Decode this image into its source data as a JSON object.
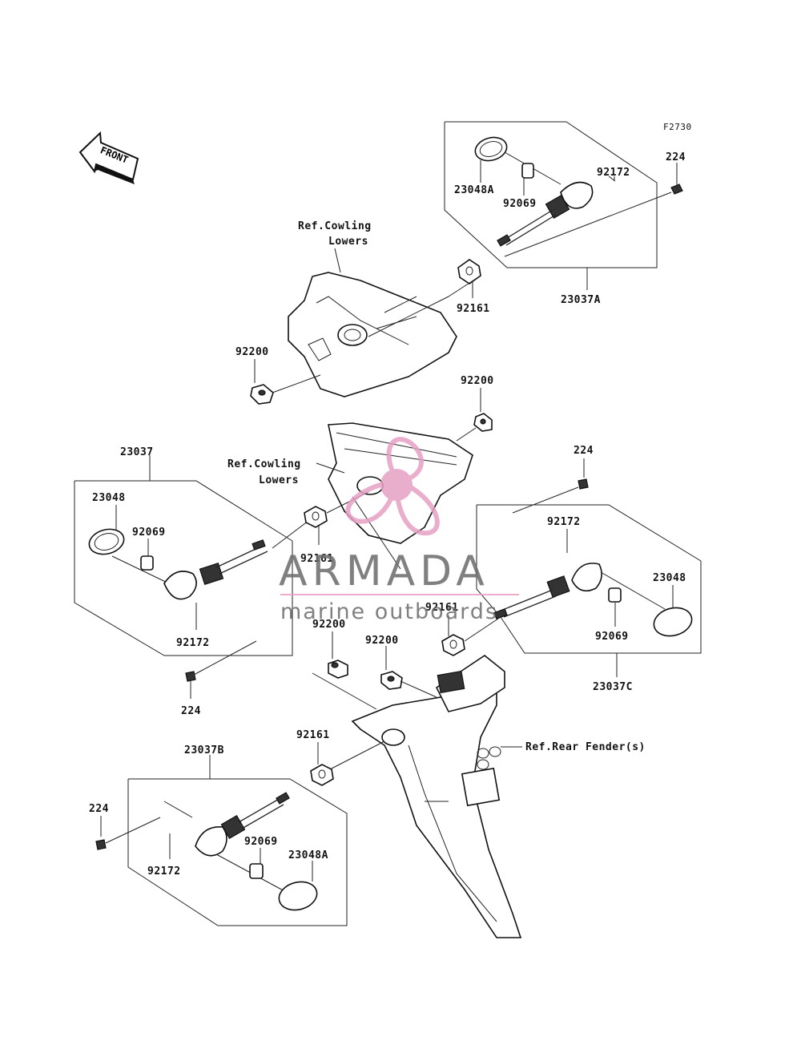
{
  "diagram": {
    "figure_id": "F2730",
    "front_label": "FRONT",
    "labels": {
      "ref_cowling_top_1": "Ref.Cowling",
      "ref_cowling_top_2": "Lowers",
      "ref_cowling_mid_1": "Ref.Cowling",
      "ref_cowling_mid_2": "Lowers",
      "ref_rear_fender": "Ref.Rear Fender(s)",
      "p23048A_top": "23048A",
      "p92069_top": "92069",
      "p92172_top": "92172",
      "p224_top": "224",
      "p23037A": "23037A",
      "p92161_top": "92161",
      "p92200_top_left": "92200",
      "p92200_top_right": "92200",
      "p23037": "23037",
      "p23048_left": "23048",
      "p92069_left": "92069",
      "p92161_left": "92161",
      "p92172_left": "92172",
      "p224_left": "224",
      "p224_right": "224",
      "p92172_right": "92172",
      "p23048_right": "23048",
      "p92161_right": "92161",
      "p92069_right": "92069",
      "p23037C": "23037C",
      "p92200_mid_1": "92200",
      "p92200_mid_2": "92200",
      "p92161_bottom": "92161",
      "p23037B": "23037B",
      "p224_bottom": "224",
      "p92069_bottom": "92069",
      "p23048A_bottom": "23048A",
      "p92172_bottom": "92172"
    }
  },
  "watermark": {
    "brand": "ARMADA",
    "tagline": "marine outboards",
    "accent_color": "#e6a0c4"
  }
}
